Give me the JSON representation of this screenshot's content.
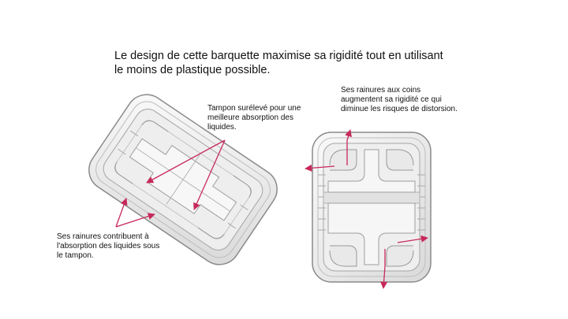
{
  "slide": {
    "title": "Le design de cette barquette maximise sa rigidité tout en utilisant le moins de plastique possible.",
    "callouts": {
      "raised_pad": "Tampon surélevé pour une meilleure absorption des liquides.",
      "corner_grooves": "Ses rainures aux coins augmentent sa rigidité ce qui diminue les risques de distorsion.",
      "grooves_absorption": "Ses rainures contribuent à l'absorption des liquides sous le tampon."
    }
  },
  "colors": {
    "arrow": "#c8285a",
    "tray_fill": "#f2f2f2",
    "tray_edge": "#8a8a8a"
  },
  "images": {
    "left": "angled-plastic-tray-illustration",
    "right": "top-view-plastic-tray-illustration"
  }
}
